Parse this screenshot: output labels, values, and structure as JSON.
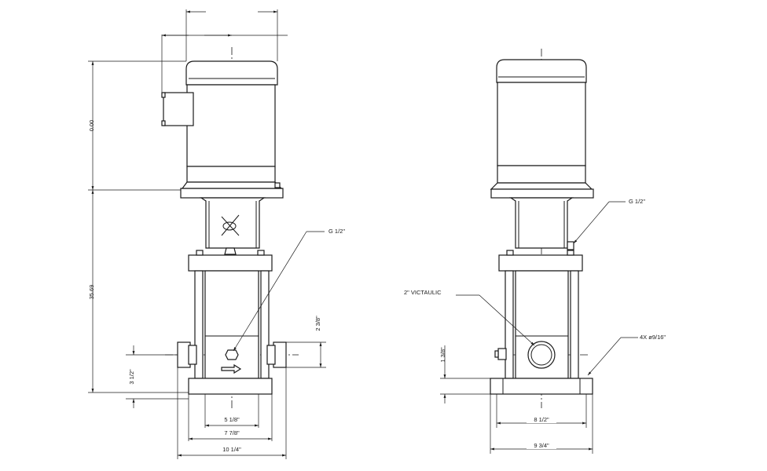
{
  "drawing": {
    "left_view": {
      "dim_motor_height": "0.00",
      "dim_overall_height": "35.69",
      "dim_port_height": "3 1/2\"",
      "dim_port_offset": "2 3/8\"",
      "dim_bolt_spacing": "5 1/8\"",
      "dim_base_width": "7 7/8\"",
      "dim_port_to_port": "10 1/4\"",
      "callout_gauge": "G 1/2\""
    },
    "right_view": {
      "callout_gauge": "G 1/2\"",
      "callout_victaulic": "2\" VICTAULIC",
      "callout_holes": "4X ø9/16\"",
      "dim_base_height": "1 3/8\"",
      "dim_bolt_spacing": "8 1/2\"",
      "dim_base_width": "9 3/4\""
    }
  }
}
